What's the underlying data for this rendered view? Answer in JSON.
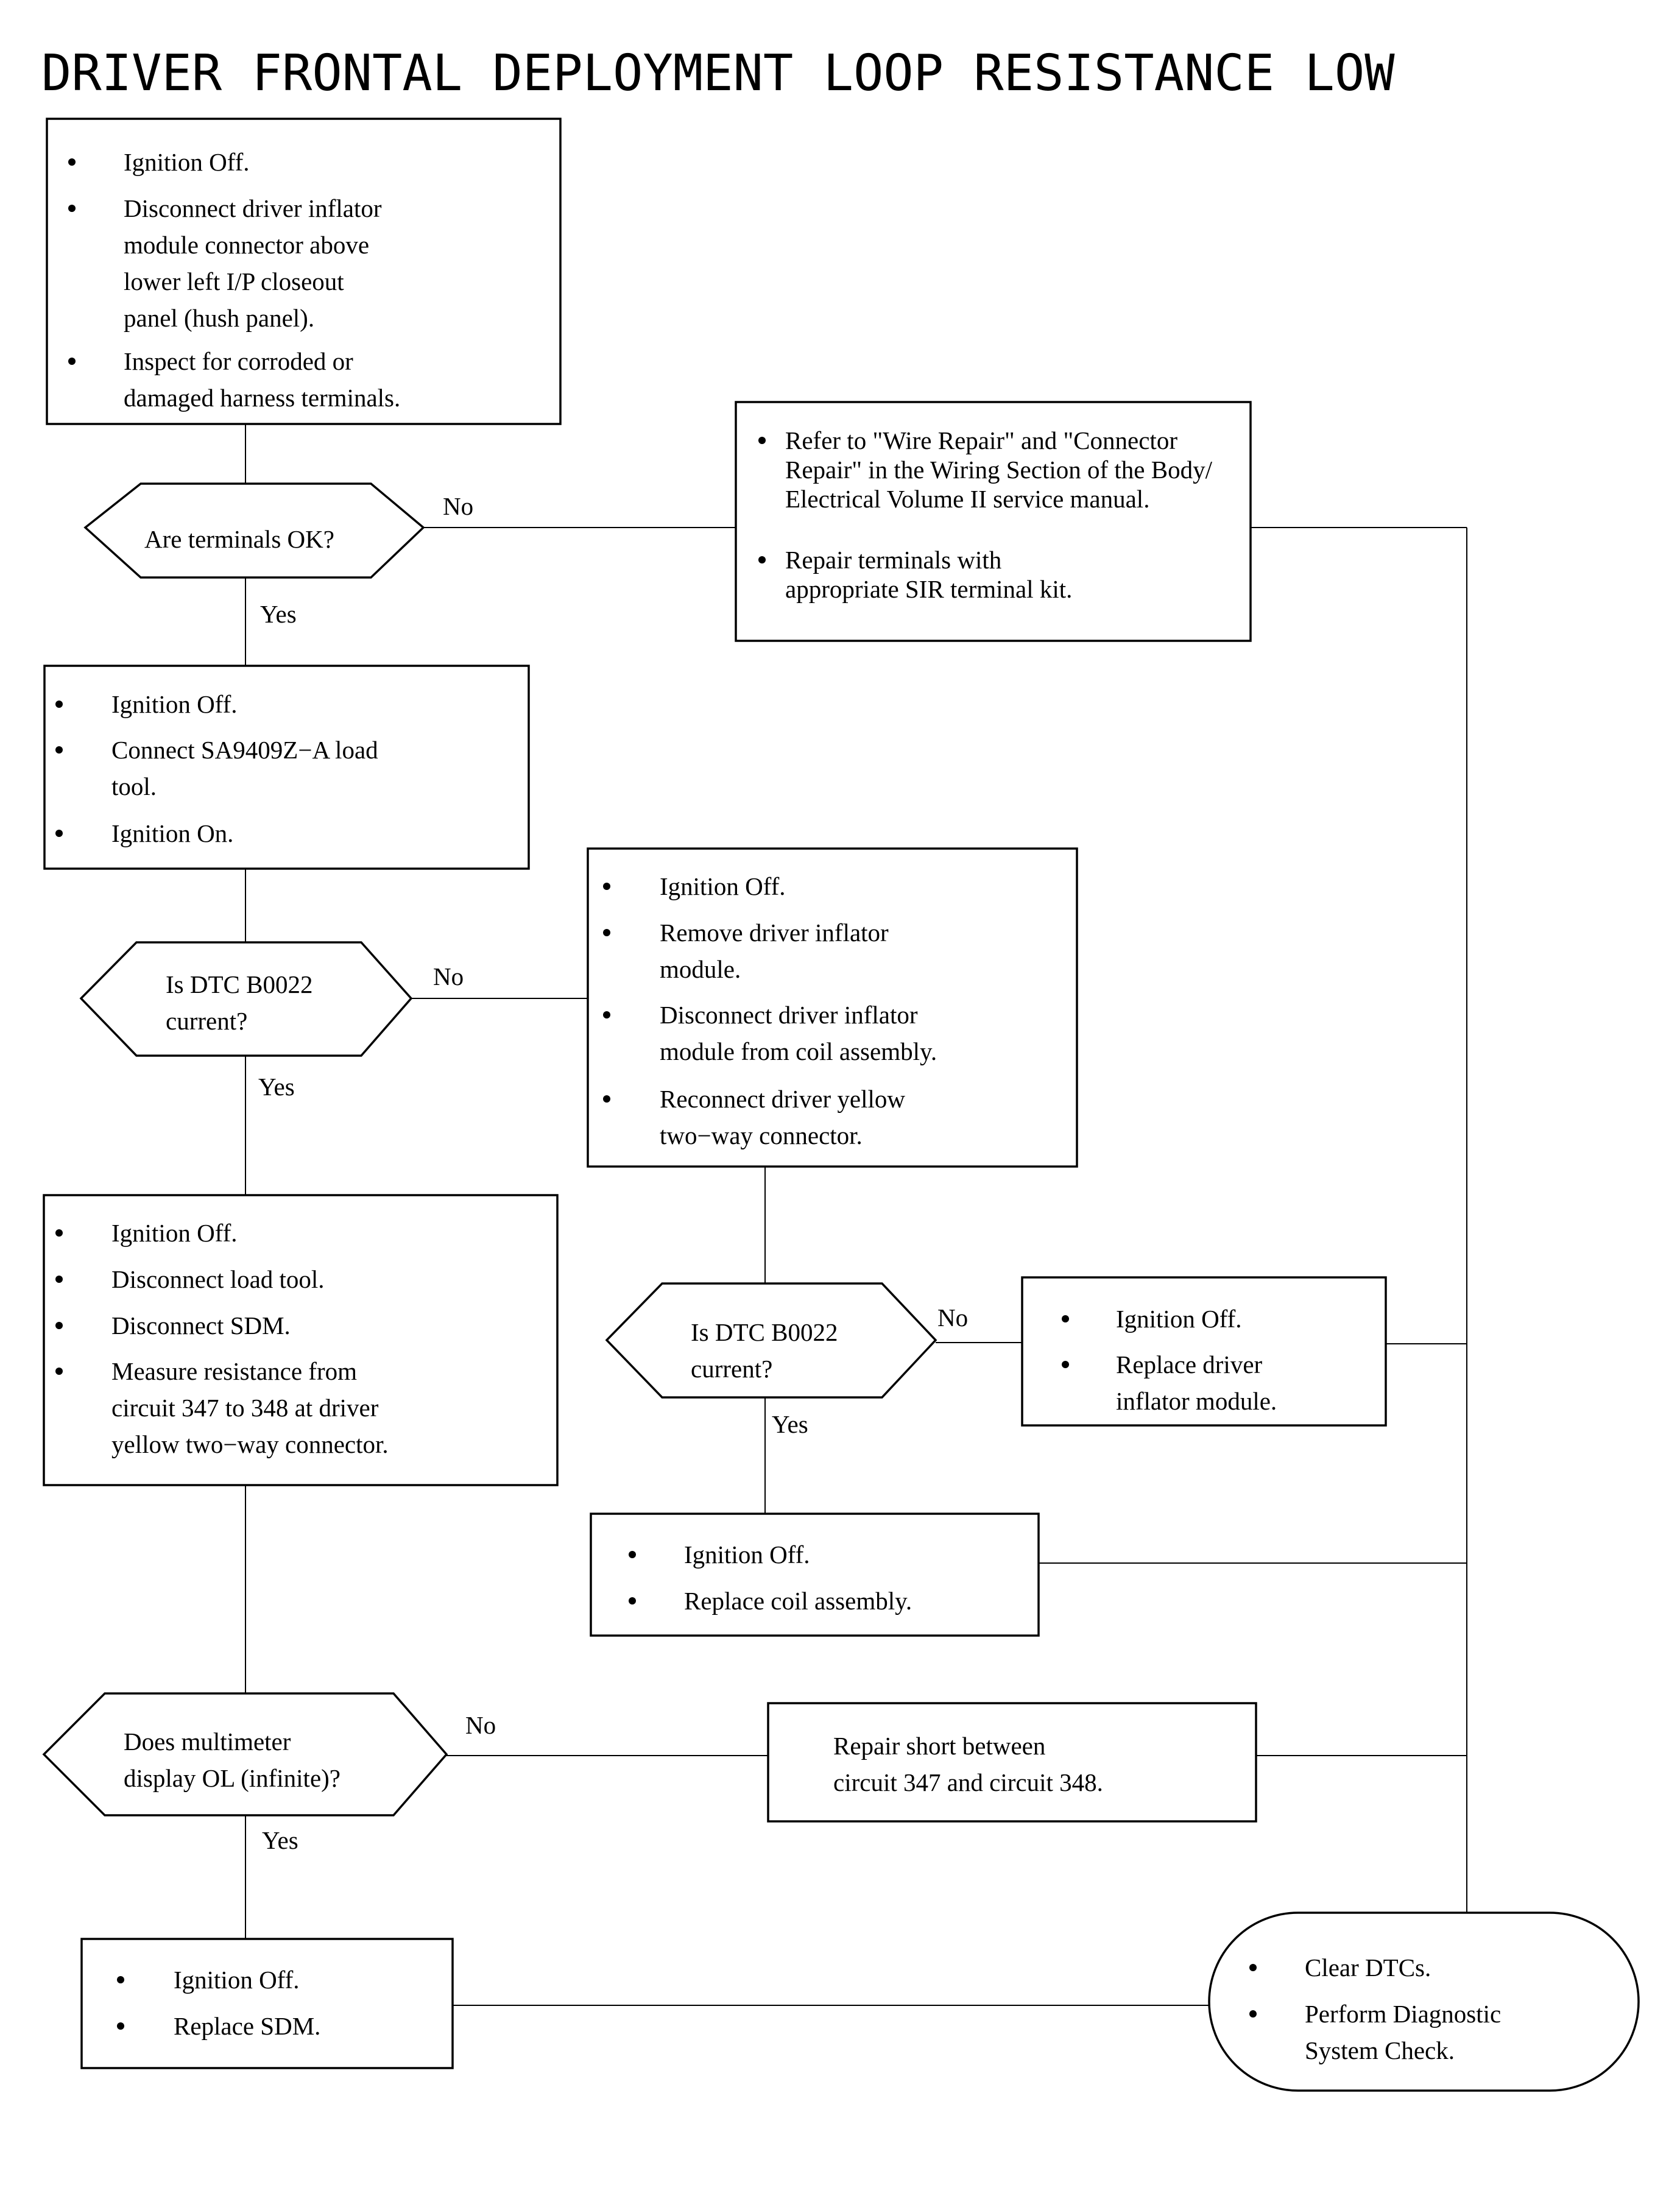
{
  "title": "DRIVER FRONTAL DEPLOYMENT LOOP RESISTANCE LOW",
  "labels": {
    "yes": "Yes",
    "no": "No"
  },
  "boxes": {
    "step1": [
      [
        "Ignition Off."
      ],
      [
        "Disconnect driver inflator",
        "module connector above",
        "lower left I/P closeout",
        "panel (hush panel)."
      ],
      [
        "Inspect for corroded or",
        "damaged harness terminals."
      ]
    ],
    "repair_terminals": [
      [
        "Refer to \"Wire Repair\" and \"Connector",
        "Repair\" in the Wiring Section of the Body/",
        "Electrical Volume II service manual."
      ],
      [
        "Repair terminals with",
        "appropriate SIR terminal kit."
      ]
    ],
    "step2": [
      [
        "Ignition Off."
      ],
      [
        "Connect SA9409Z−A load",
        "tool."
      ],
      [
        "Ignition On."
      ]
    ],
    "step3": [
      [
        "Ignition Off."
      ],
      [
        "Remove driver inflator",
        "module."
      ],
      [
        "Disconnect driver inflator",
        "module from coil assembly."
      ],
      [
        "Reconnect driver yellow",
        "two−way connector."
      ]
    ],
    "step4": [
      [
        "Ignition Off."
      ],
      [
        "Disconnect load tool."
      ],
      [
        "Disconnect SDM."
      ],
      [
        "Measure resistance from",
        "circuit 347 to 348 at driver",
        "yellow two−way connector."
      ]
    ],
    "replace_inflator": [
      [
        "Ignition Off."
      ],
      [
        "Replace driver",
        "inflator module."
      ]
    ],
    "replace_coil": [
      [
        "Ignition Off."
      ],
      [
        "Replace coil assembly."
      ]
    ],
    "repair_short": [
      "Repair short between",
      "circuit 347 and circuit 348."
    ],
    "replace_sdm": [
      [
        "Ignition Off."
      ],
      [
        "Replace SDM."
      ]
    ],
    "clear_dtcs": [
      [
        "Clear DTCs."
      ],
      [
        "Perform Diagnostic",
        "System Check."
      ]
    ]
  },
  "decisions": {
    "terminals_ok": [
      "Are terminals OK?"
    ],
    "dtc_current_1": [
      "Is DTC B0022",
      "current?"
    ],
    "dtc_current_2": [
      "Is DTC B0022",
      "current?"
    ],
    "multimeter_ol": [
      "Does multimeter",
      "display OL (infinite)?"
    ]
  }
}
